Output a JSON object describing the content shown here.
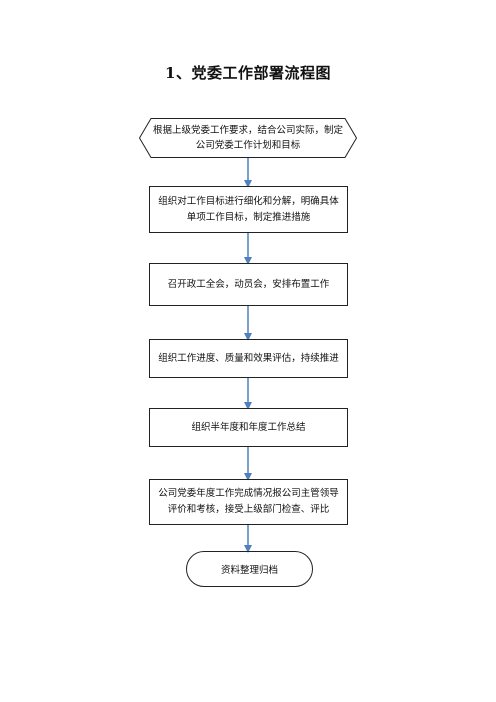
{
  "title": "1、党委工作部署流程图",
  "steps": [
    "根据上级党委工作要求，结合公司实际，制定公司党委工作计划和目标",
    "组织对工作目标进行细化和分解，明确具体单项工作目标，制定推进措施",
    "召开政工全会，动员会，安排布置工作",
    "组织工作进度、质量和效果评估，持续推进",
    "组织半年度和年度工作总结",
    "公司党委年度工作完成情况报公司主管领导评价和考核，接受上级部门检查、评比",
    "资料整理归档"
  ],
  "colors": {
    "arrow": "#4f81bd",
    "border": "#222222"
  }
}
